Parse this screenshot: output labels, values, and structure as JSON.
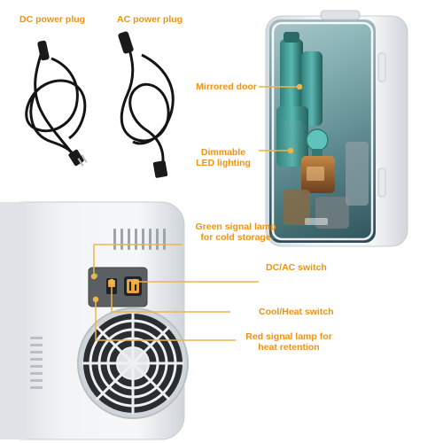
{
  "labels": {
    "dc_power_plug": "DC power plug",
    "ac_power_plug": "AC power plug",
    "mirrored_door": "Mirrored door",
    "dimmable_led_line1": "Dimmable",
    "dimmable_led_line2": "LED lighting",
    "green_signal_line1": "Green signal lamp",
    "green_signal_line2": "for cold storage",
    "dc_ac_switch": "DC/AC switch",
    "cool_heat_switch": "Cool/Heat switch",
    "red_signal_line1": "Red signal lamp for",
    "red_signal_line2": "heat retention"
  },
  "colors": {
    "accent": "#e8941a",
    "leader_line": "#f0b44c",
    "fridge_body": "#eef0f2",
    "mirror_teal": "#7ccfc4"
  },
  "icons": {
    "dc_cable": "dc-power-cable-icon",
    "ac_cable": "ac-power-cable-icon",
    "fan": "fan-grille-icon"
  }
}
